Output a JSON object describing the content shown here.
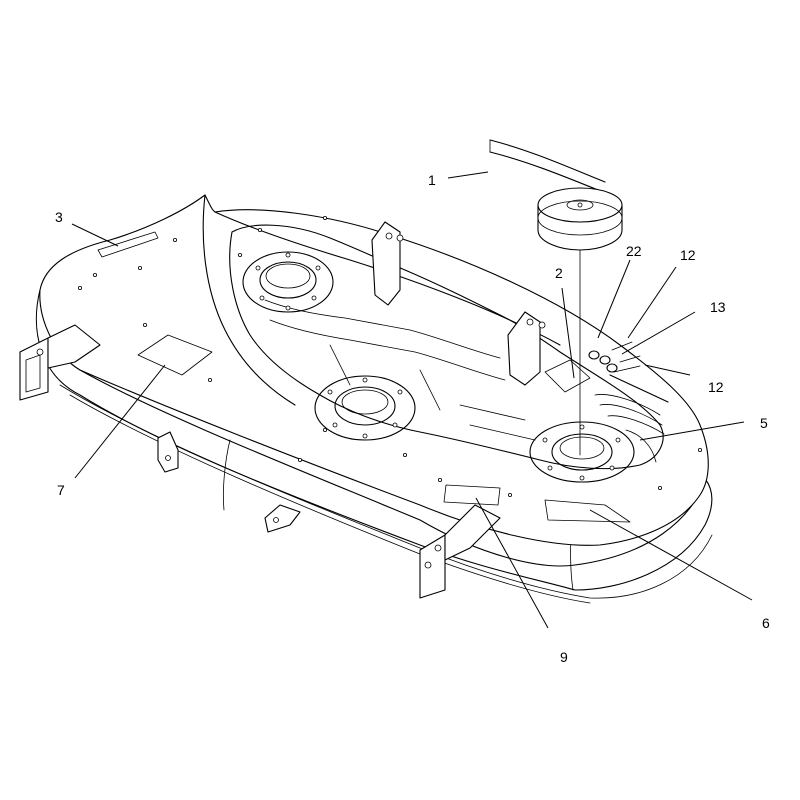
{
  "callouts": [
    {
      "id": "c1",
      "label": "1"
    },
    {
      "id": "c2",
      "label": "2"
    },
    {
      "id": "c3",
      "label": "3"
    },
    {
      "id": "c5",
      "label": "5"
    },
    {
      "id": "c6",
      "label": "6"
    },
    {
      "id": "c7",
      "label": "7"
    },
    {
      "id": "c9",
      "label": "9"
    },
    {
      "id": "c12a",
      "label": "12"
    },
    {
      "id": "c12b",
      "label": "12"
    },
    {
      "id": "c13",
      "label": "13"
    },
    {
      "id": "c22",
      "label": "22"
    }
  ],
  "colors": {
    "line": "#000000",
    "background": "#ffffff"
  }
}
